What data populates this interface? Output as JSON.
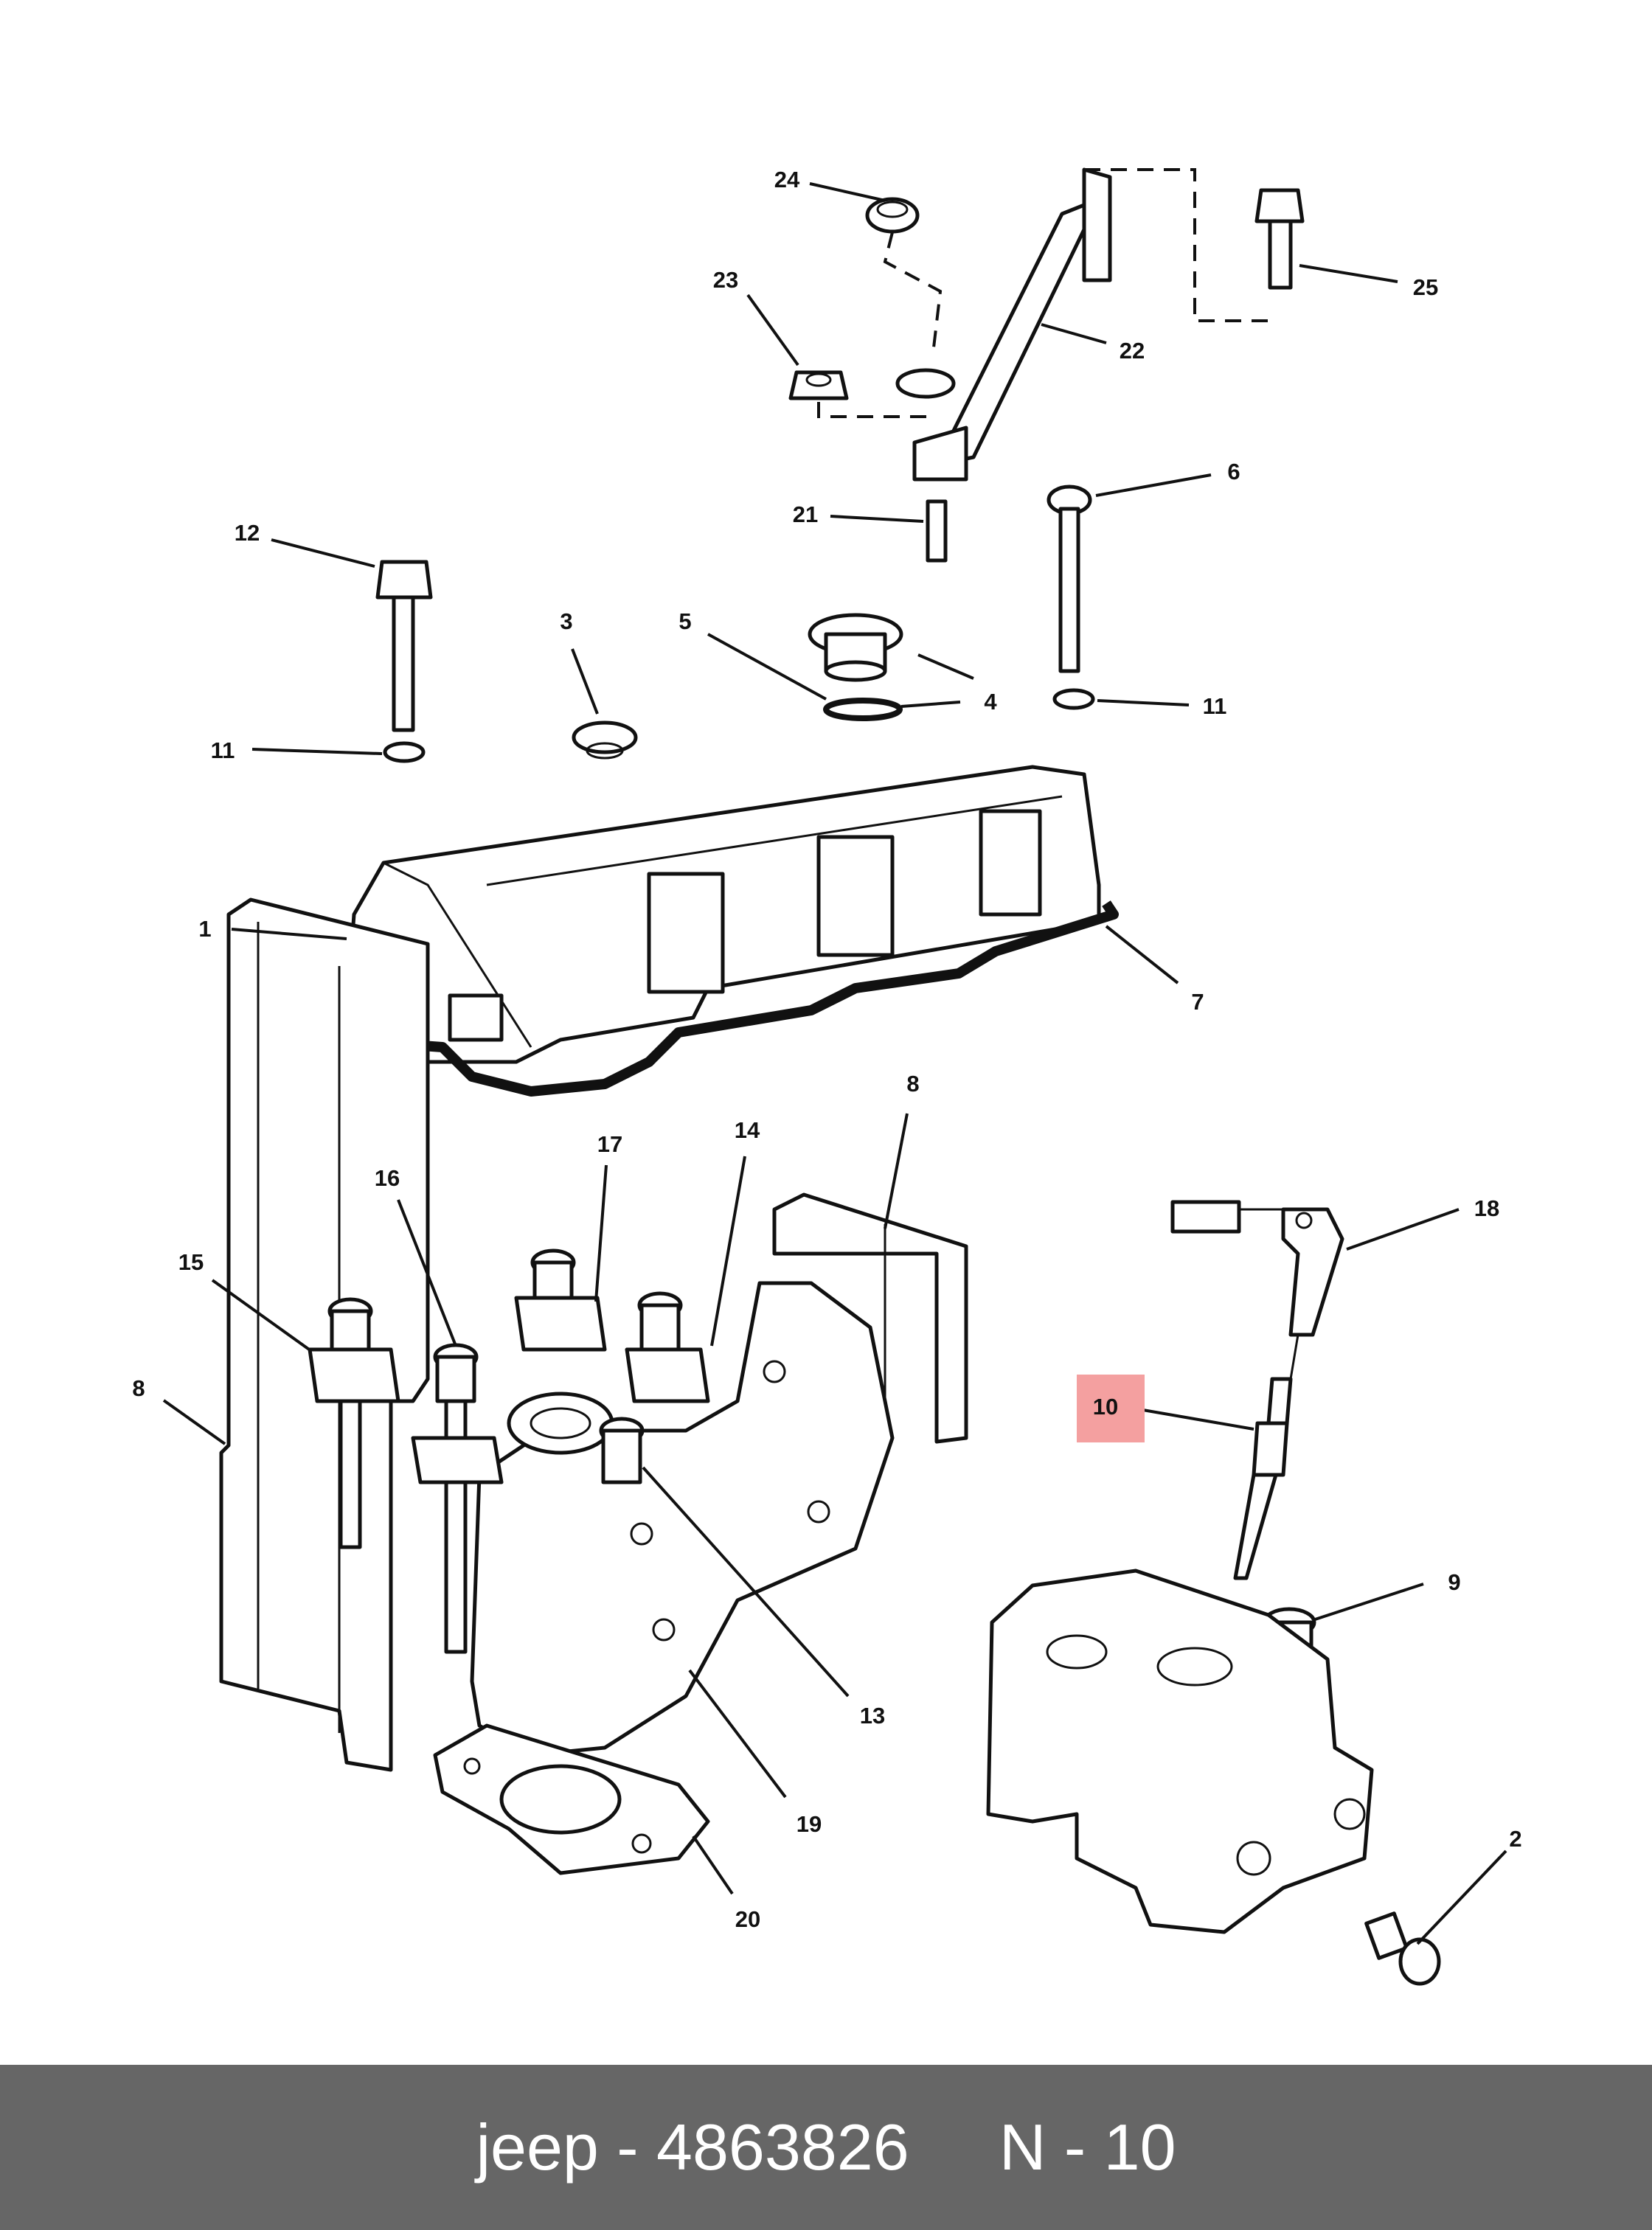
{
  "callouts": [
    {
      "id": "24",
      "label": "24"
    },
    {
      "id": "23",
      "label": "23"
    },
    {
      "id": "22",
      "label": "22"
    },
    {
      "id": "25",
      "label": "25"
    },
    {
      "id": "21",
      "label": "21"
    },
    {
      "id": "6",
      "label": "6"
    },
    {
      "id": "12",
      "label": "12"
    },
    {
      "id": "3",
      "label": "3"
    },
    {
      "id": "5",
      "label": "5"
    },
    {
      "id": "4",
      "label": "4"
    },
    {
      "id": "11a",
      "label": "11"
    },
    {
      "id": "11b",
      "label": "11"
    },
    {
      "id": "1",
      "label": "1"
    },
    {
      "id": "7",
      "label": "7"
    },
    {
      "id": "8a",
      "label": "8"
    },
    {
      "id": "17",
      "label": "17"
    },
    {
      "id": "14",
      "label": "14"
    },
    {
      "id": "16",
      "label": "16"
    },
    {
      "id": "15",
      "label": "15"
    },
    {
      "id": "8b",
      "label": "8"
    },
    {
      "id": "18",
      "label": "18"
    },
    {
      "id": "10",
      "label": "10"
    },
    {
      "id": "9",
      "label": "9"
    },
    {
      "id": "13",
      "label": "13"
    },
    {
      "id": "19",
      "label": "19"
    },
    {
      "id": "2",
      "label": "2"
    },
    {
      "id": "20",
      "label": "20"
    }
  ],
  "highlight": {
    "label": "10",
    "color": "#f4a0a0"
  },
  "footer": {
    "brand": "jeep",
    "separator": " - ",
    "part_number": "4863826",
    "ref": "N - 10"
  },
  "colors": {
    "footer_bg": "#666666",
    "footer_text": "#ffffff",
    "line": "#111111"
  }
}
